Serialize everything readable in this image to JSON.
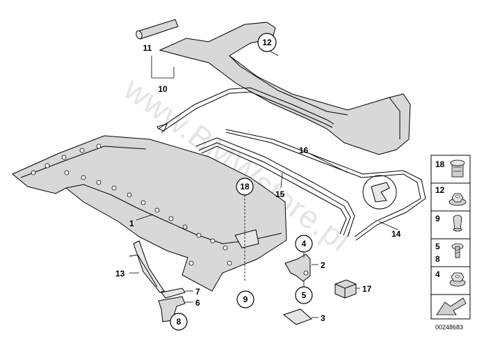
{
  "watermark": "www.BMWstore.pl",
  "document_number": "00248683",
  "callouts": [
    {
      "id": "c1",
      "label": "1"
    },
    {
      "id": "c2",
      "label": "2"
    },
    {
      "id": "c3",
      "label": "3"
    },
    {
      "id": "c4",
      "label": "4"
    },
    {
      "id": "c5",
      "label": "5"
    },
    {
      "id": "c6",
      "label": "6"
    },
    {
      "id": "c7",
      "label": "7"
    },
    {
      "id": "c8",
      "label": "8"
    },
    {
      "id": "c9",
      "label": "9"
    },
    {
      "id": "c10",
      "label": "10"
    },
    {
      "id": "c11",
      "label": "11"
    },
    {
      "id": "c12",
      "label": "12"
    },
    {
      "id": "c13",
      "label": "13"
    },
    {
      "id": "c14",
      "label": "14"
    },
    {
      "id": "c15",
      "label": "15"
    },
    {
      "id": "c16",
      "label": "16"
    },
    {
      "id": "c17",
      "label": "17"
    },
    {
      "id": "c18",
      "label": "18"
    }
  ],
  "legend": [
    {
      "id": "l18",
      "labels": [
        "18"
      ],
      "icon": "rivet-nut-icon"
    },
    {
      "id": "l12",
      "labels": [
        "12"
      ],
      "icon": "hex-nut-flange-icon"
    },
    {
      "id": "l9",
      "labels": [
        "9"
      ],
      "icon": "plastic-plug-icon"
    },
    {
      "id": "l58",
      "labels": [
        "5",
        "8"
      ],
      "icon": "torx-screw-icon"
    },
    {
      "id": "l4",
      "labels": [
        "4"
      ],
      "icon": "hex-nut-icon"
    }
  ],
  "legend_footer_icon": "arrow-direction-icon"
}
